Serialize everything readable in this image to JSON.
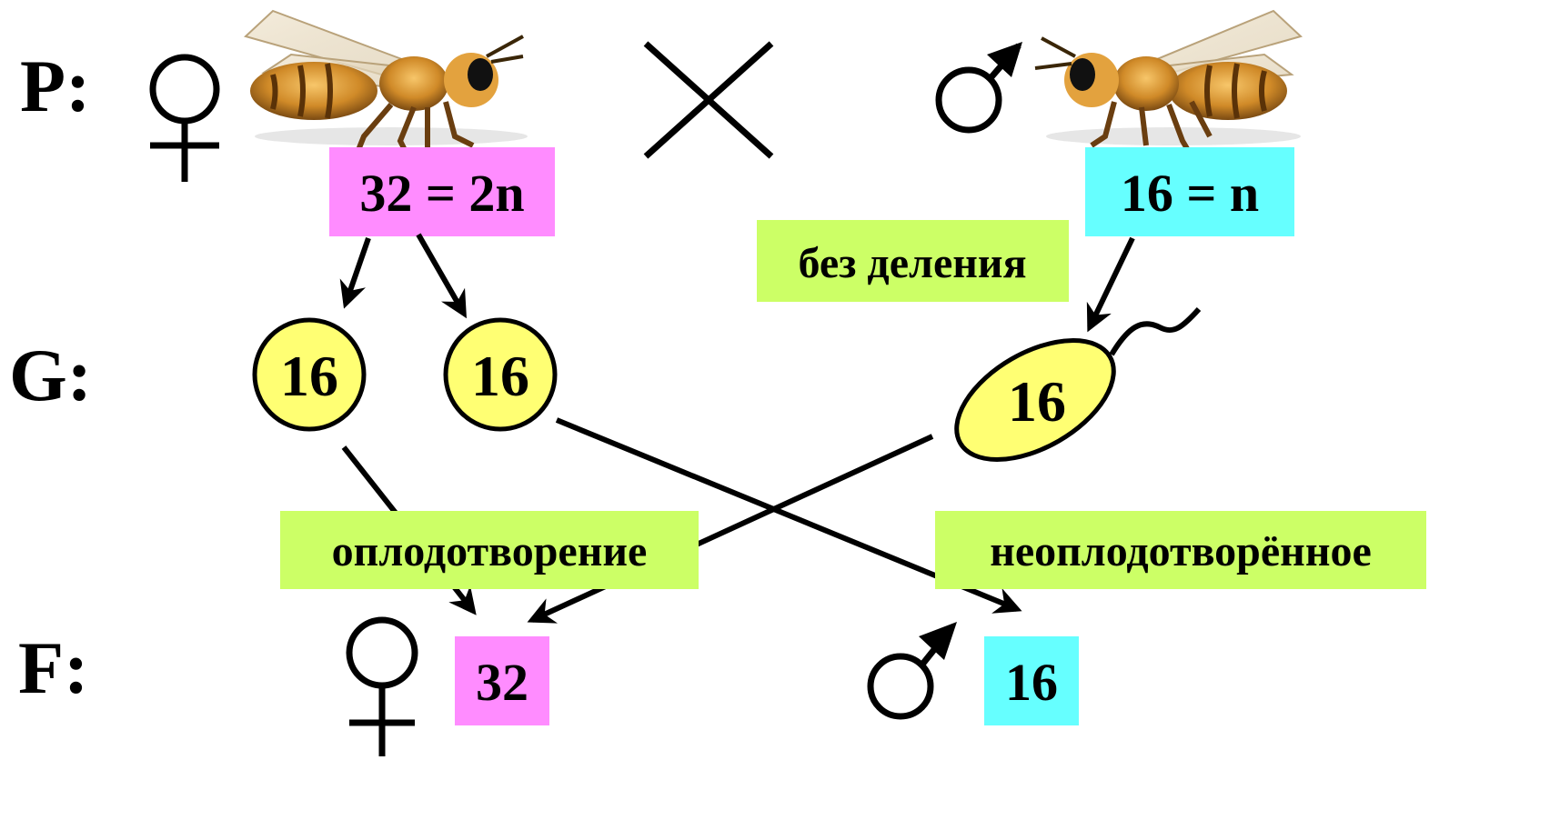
{
  "rows": {
    "parents": "P:",
    "gametes": "G:",
    "offspring": "F:"
  },
  "cross_symbol": "×",
  "parents": {
    "female": {
      "sex_symbol": "♀",
      "picture": "honeybee-queen-icon",
      "chromosomes": "32 = 2n",
      "color": "#ff8cff"
    },
    "male": {
      "sex_symbol": "♂",
      "picture": "honeybee-drone-icon",
      "chromosomes": "16 = n",
      "color": "#66ffff"
    }
  },
  "gametes": {
    "egg_1": "16",
    "egg_2": "16",
    "sperm": "16",
    "cell_color": "#ffff73"
  },
  "process_labels": {
    "no_division": "без деления",
    "fertilization": "оплодотворение",
    "unfertilized": "неоплодотворённое",
    "label_color": "#ccff66"
  },
  "offspring": {
    "female": {
      "sex_symbol": "♀",
      "chromosomes": "32"
    },
    "male": {
      "sex_symbol": "♂",
      "chromosomes": "16"
    }
  }
}
